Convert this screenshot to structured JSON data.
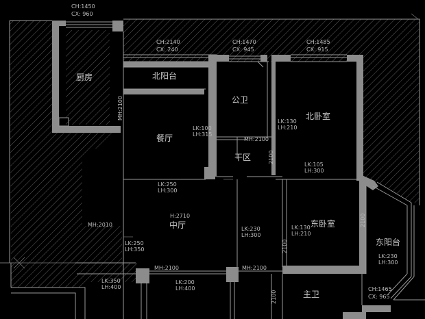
{
  "rooms": {
    "kitchen": "厨房",
    "north_balcony": "北阳台",
    "public_bath": "公卫",
    "north_bedroom": "北卧室",
    "dining": "餐厅",
    "dry_area": "干区",
    "living": "中厅",
    "east_bedroom": "东卧室",
    "east_balcony": "东阳台",
    "master_bath": "主卫"
  },
  "notes": {
    "top_ch": "CH:1450",
    "top_cx": "CX: 960",
    "w1_ch": "CH:2140",
    "w1_cx": "CX: 240",
    "w2_ch": "CH:1470",
    "w2_cx": "CX: 945",
    "w3_ch": "CH:1485",
    "w3_cx": "CX: 915",
    "mh_kitchen": "MH:2100",
    "mh_public": "MH:2100",
    "lk_dining_a": "LK:100",
    "lk_dining_b": "LH:315",
    "lk_nbed_a": "LK:130",
    "lk_nbed_b": "LH:210",
    "lk_nbed2_a": "LK:105",
    "lk_nbed2_b": "LH:300",
    "lk_mid_a": "LK:250",
    "lk_mid_b": "LH:300",
    "h_living": "H:2710",
    "mh_left": "MH:2010",
    "lk_liv_a": "LK:230",
    "lk_liv_b": "LH:300",
    "lk_ebed_a": "LK:130",
    "lk_ebed_b": "LH:210",
    "lk_left_a": "LK:250",
    "lk_left_b": "LH:350",
    "lk_ebal_a": "LK:230",
    "lk_ebal_b": "LH:300",
    "mh_bottom1": "MH:2100",
    "mh_bottom2": "MH:2100",
    "lk_bl_a": "LK:350",
    "lk_bl_b": "LH:400",
    "lk_bm_a": "LK:200",
    "lk_bm_b": "LH:400",
    "ch_bottom": "CH:1465",
    "cx_bottom": "CX: 965",
    "v_2100_a": "2100",
    "v_2100_b": "2100",
    "v_2100_c": "2100",
    "v_2100_d": "2100"
  }
}
